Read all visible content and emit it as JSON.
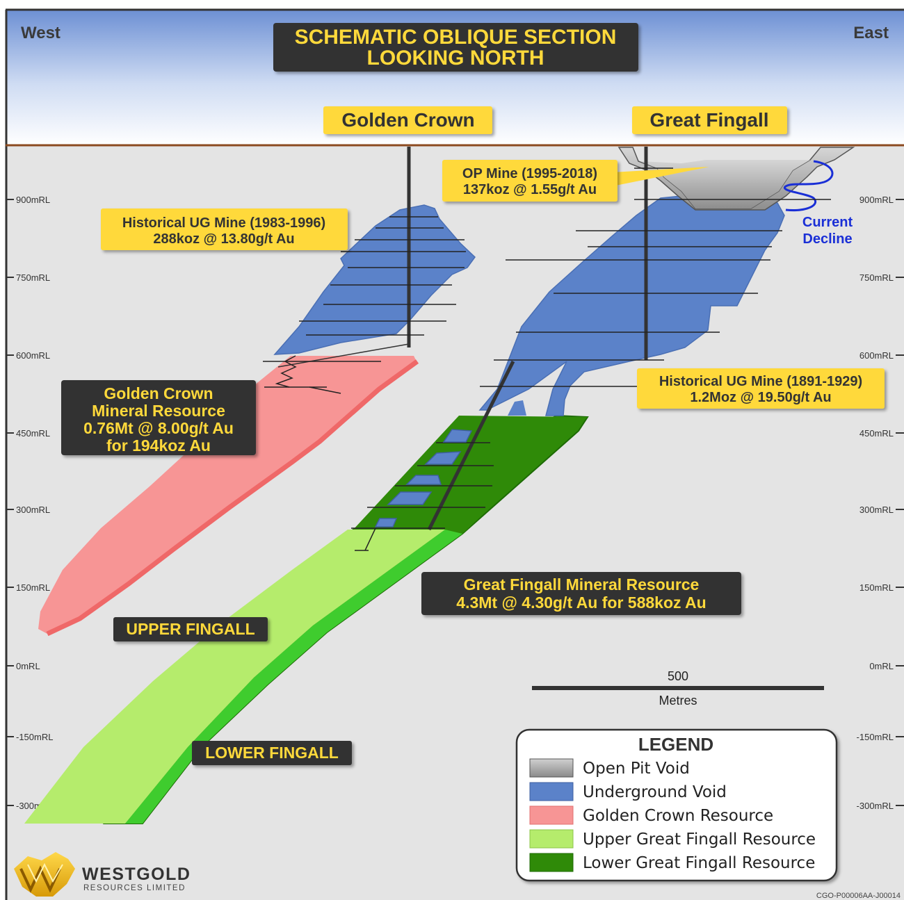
{
  "header": {
    "west": "West",
    "east": "East",
    "title_line1": "SCHEMATIC OBLIQUE SECTION",
    "title_line2": "LOOKING NORTH",
    "mine_left": "Golden Crown",
    "mine_right": "Great Fingall"
  },
  "rl_labels": [
    "900mRL",
    "750mRL",
    "600mRL",
    "450mRL",
    "300mRL",
    "150mRL",
    "0mRL",
    "-150mRL",
    "-300mRL"
  ],
  "callouts": {
    "op_mine_line1": "OP Mine (1995-2018)",
    "op_mine_line2": "137koz @ 1.55g/t Au",
    "hist_ug_gc_line1": "Historical UG Mine (1983-1996)",
    "hist_ug_gc_line2": "288koz @ 13.80g/t Au",
    "current_decline_line1": "Current",
    "current_decline_line2": "Decline",
    "gc_resource_line1": "Golden Crown",
    "gc_resource_line2": "Mineral Resource",
    "gc_resource_line3": "0.76Mt @ 8.00g/t Au",
    "gc_resource_line4": "for 194koz Au",
    "hist_ug_gf_line1": "Historical UG Mine (1891-1929)",
    "hist_ug_gf_line2": "1.2Moz @ 19.50g/t Au",
    "gf_resource_line1": "Great Fingall Mineral Resource",
    "gf_resource_line2": "4.3Mt @ 4.30g/t Au for 588koz Au",
    "upper_fingall": "UPPER FINGALL",
    "lower_fingall": "LOWER FINGALL"
  },
  "scale_bar": {
    "value": "500",
    "unit": "Metres"
  },
  "legend": {
    "title": "LEGEND",
    "items": [
      {
        "label": "Open Pit Void",
        "color": "#9a9a9a"
      },
      {
        "label": "Underground Void",
        "color": "#5b82c9"
      },
      {
        "label": "Golden Crown Resource",
        "color": "#f79595"
      },
      {
        "label": "Upper Great Fingall Resource",
        "color": "#b5ec6c"
      },
      {
        "label": "Lower Great Fingall Resource",
        "color": "#2f8a08"
      }
    ]
  },
  "logo": {
    "name": "WESTGOLD",
    "sub": "RESOURCES LIMITED"
  },
  "doc_code": "CGO-P00006AA-J00014",
  "colors": {
    "callout_yellow": "#ffd93b",
    "callout_dark": "#333333",
    "ug_void": "#5b82c9",
    "gc_resource": "#f79595",
    "upper_fingall": "#b5ec6c",
    "lower_fingall": "#2f8a08",
    "decline": "#1a2fd6"
  }
}
